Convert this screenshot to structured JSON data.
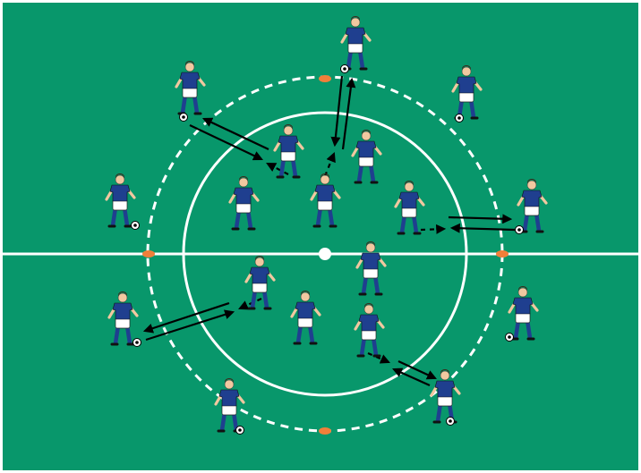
{
  "diagram": {
    "kind": "soccer passing drill",
    "colors": {
      "pitch": "#08976b",
      "pitch_border": "#ffffff",
      "lines": "#ffffff",
      "shirt": "#1f3f8f",
      "shorts": "#ffffff",
      "socks": "#1f3f8f",
      "skin": "#f1c8a0",
      "hair": "#3a2a1a",
      "cone": "#f07f3a",
      "arrow": "#000000",
      "ball": "#ffffff"
    },
    "players": [
      {
        "id": "p-top",
        "ball": true
      },
      {
        "id": "p-top-left",
        "ball": true
      },
      {
        "id": "p-top-right",
        "ball": true
      },
      {
        "id": "p-left",
        "ball": true
      },
      {
        "id": "p-right",
        "ball": true
      },
      {
        "id": "p-lower-left",
        "ball": true
      },
      {
        "id": "p-lower-right",
        "ball": true
      },
      {
        "id": "p-bottom-left",
        "ball": true
      },
      {
        "id": "p-bottom-right",
        "ball": true
      },
      {
        "id": "p-inner-1",
        "ball": false
      },
      {
        "id": "p-inner-2",
        "ball": false
      },
      {
        "id": "p-inner-3",
        "ball": false
      },
      {
        "id": "p-inner-4",
        "ball": false
      },
      {
        "id": "p-inner-5",
        "ball": false
      },
      {
        "id": "p-inner-6",
        "ball": false
      },
      {
        "id": "p-inner-7",
        "ball": false
      },
      {
        "id": "p-inner-8",
        "ball": false
      },
      {
        "id": "p-inner-9",
        "ball": false
      }
    ],
    "cones": [
      "cone-top",
      "cone-left",
      "cone-right",
      "cone-bottom"
    ]
  }
}
